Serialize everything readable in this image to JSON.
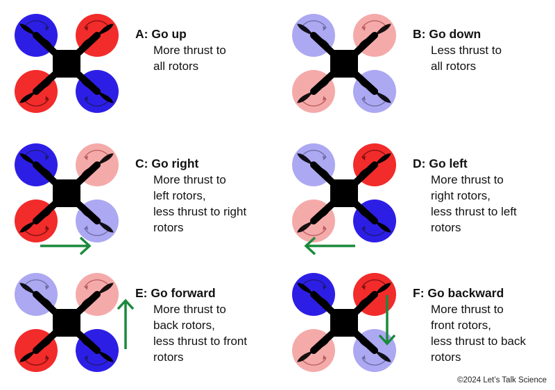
{
  "colors": {
    "blue_full": "#2d1ee6",
    "blue_light": "#aca8f2",
    "red_full": "#f22b2b",
    "red_light": "#f5aaaa",
    "arm": "#000000",
    "arrow": "#1a8a3c"
  },
  "panels": [
    {
      "title": "A: Go up",
      "lines": [
        "More thrust to",
        "all rotors"
      ],
      "rotors": [
        "full",
        "full",
        "full",
        "full"
      ],
      "arrow": "none"
    },
    {
      "title": "B:  Go down",
      "lines": [
        "Less thrust to",
        "all rotors"
      ],
      "rotors": [
        "light",
        "light",
        "light",
        "light"
      ],
      "arrow": "none"
    },
    {
      "title": "C: Go right",
      "lines": [
        "More thrust to",
        "left rotors,",
        "less thrust to right",
        "rotors"
      ],
      "rotors": [
        "full",
        "light",
        "full",
        "light"
      ],
      "arrow": "right"
    },
    {
      "title": "D: Go left",
      "lines": [
        "More thrust to",
        "right rotors,",
        "less thrust to left",
        "rotors"
      ],
      "rotors": [
        "light",
        "full",
        "light",
        "full"
      ],
      "arrow": "left"
    },
    {
      "title": "E: Go forward",
      "lines": [
        "More thrust to",
        "back rotors,",
        "less thrust to front",
        "rotors"
      ],
      "rotors": [
        "light",
        "light",
        "full",
        "full"
      ],
      "arrow": "up"
    },
    {
      "title": "F: Go backward",
      "lines": [
        "More thrust to",
        "front rotors,",
        "less thrust to back",
        "rotors"
      ],
      "rotors": [
        "full",
        "full",
        "light",
        "light"
      ],
      "arrow": "down"
    }
  ],
  "copyright": "©2024 Let’s Talk Science"
}
